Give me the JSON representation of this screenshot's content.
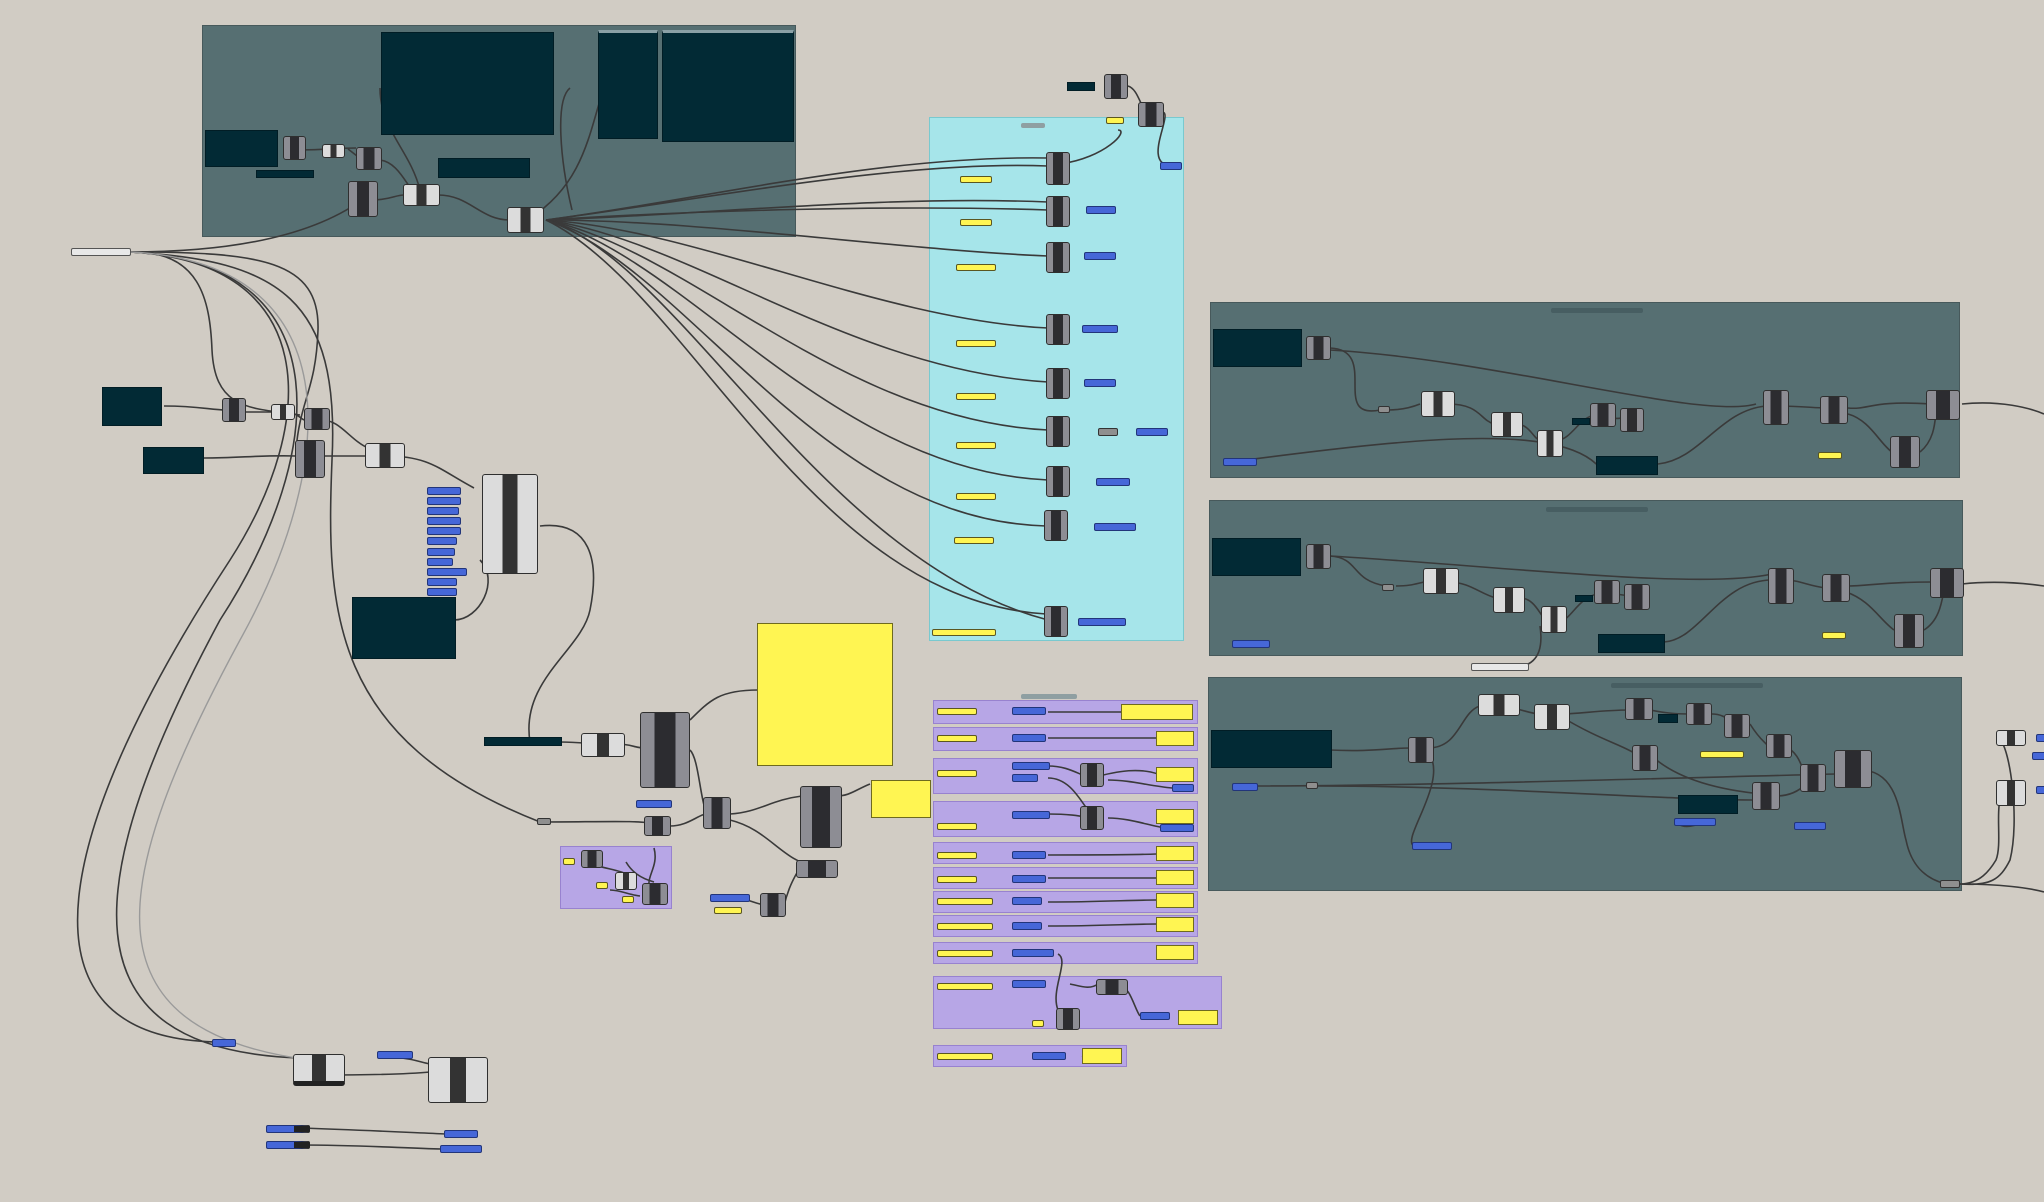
{
  "window": {
    "title": ""
  },
  "colors": {
    "canvas_background": "#d1ccc4",
    "group_dark": "#566f72",
    "group_cyan": "#a6e5ea",
    "group_purple": "#b7a6e6",
    "panel_dark": "#022a35",
    "param_yellow": "#fff552",
    "param_blue": "#4667d8",
    "wire": "#3a3a3a"
  },
  "icons": {
    "component": "component-icon",
    "panel": "panel-icon",
    "number-slider": "slider-icon",
    "parameter": "parameter-icon",
    "wire": "wire-icon"
  },
  "canvas": {
    "groups": [
      {
        "name": "group-top-dark",
        "color": "group_dark"
      },
      {
        "name": "group-cyan-params",
        "color": "group_cyan"
      },
      {
        "name": "group-right-dark-1",
        "color": "group_dark"
      },
      {
        "name": "group-right-dark-2",
        "color": "group_dark"
      },
      {
        "name": "group-right-dark-3",
        "color": "group_dark"
      },
      {
        "name": "group-purple-stack",
        "color": "group_purple"
      }
    ]
  }
}
